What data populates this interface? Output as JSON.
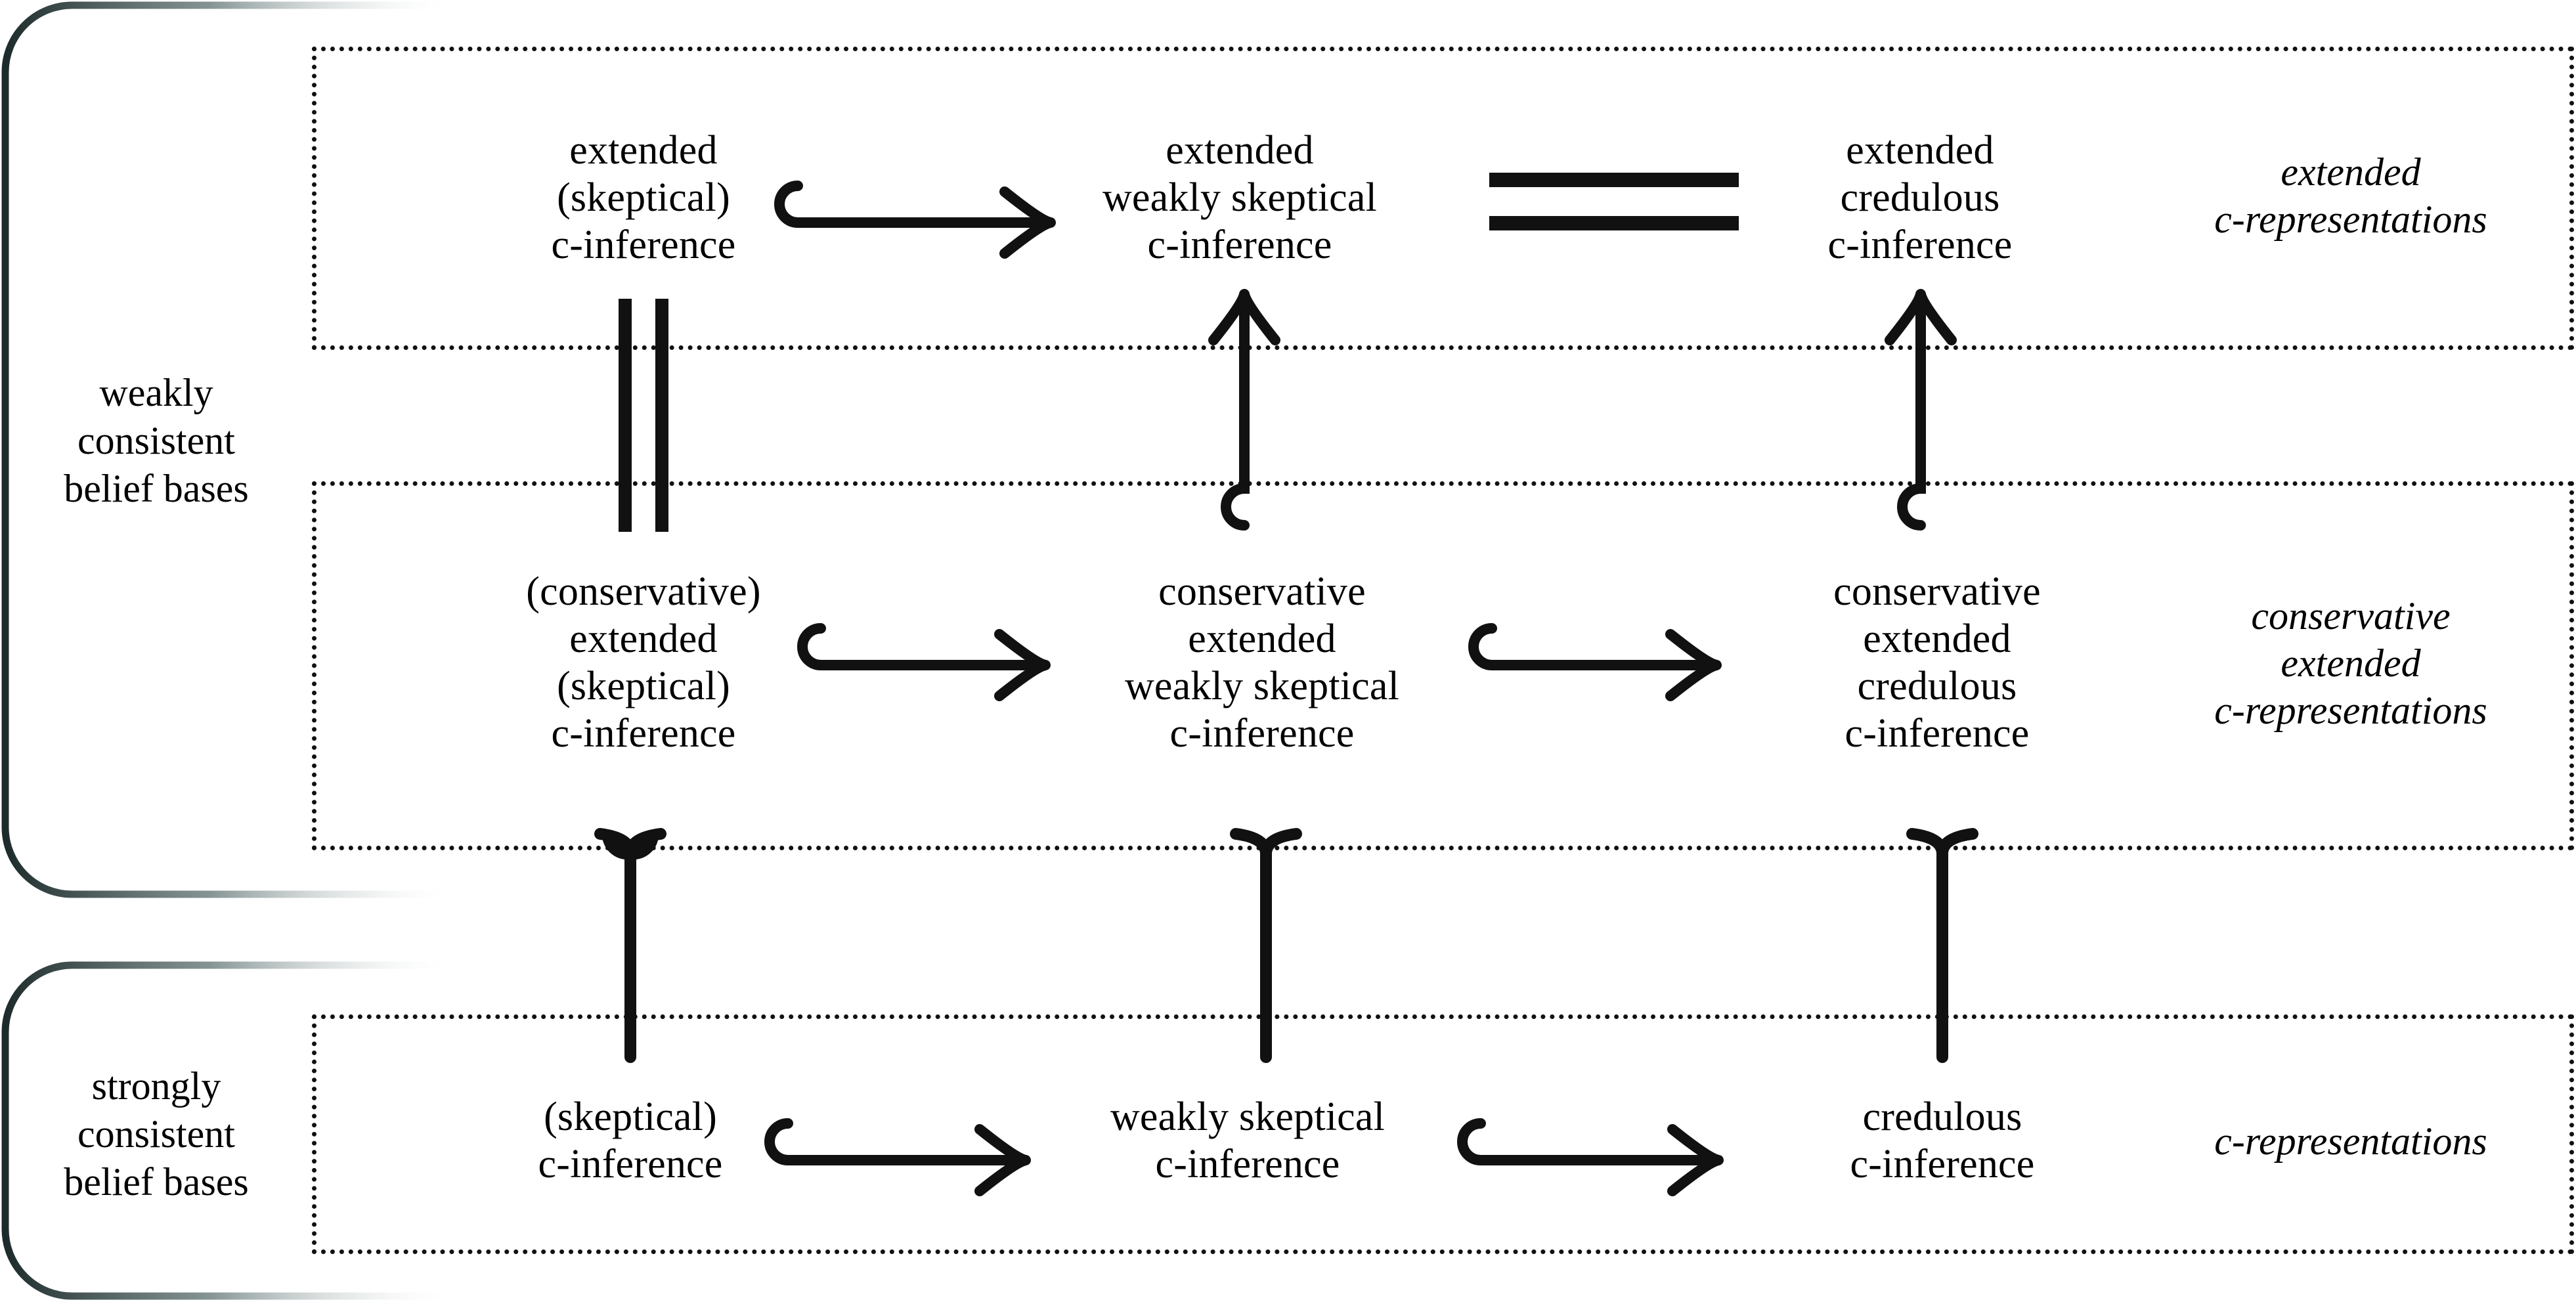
{
  "figure": {
    "type": "relationship-diagram",
    "description": "Map of c-inference variants across belief-base consistency classes"
  },
  "groups": {
    "rows": [
      {
        "id": "extended",
        "caption": "extended\nc-representations",
        "caption_lines": [
          "extended",
          "c-representations"
        ]
      },
      {
        "id": "conservative-extended",
        "caption_lines": [
          "conservative",
          "extended",
          "c-representations"
        ]
      },
      {
        "id": "base",
        "caption_lines": [
          "c-representations"
        ]
      }
    ]
  },
  "side_labels": [
    {
      "id": "weakly-consistent",
      "lines": [
        "weakly",
        "consistent",
        "belief bases"
      ]
    },
    {
      "id": "strongly-consistent",
      "lines": [
        "strongly",
        "consistent",
        "belief bases"
      ]
    }
  ],
  "nodes": {
    "r1c1": {
      "lines": [
        "extended",
        "(skeptical)",
        "c-inference"
      ]
    },
    "r1c2": {
      "lines": [
        "extended",
        "weakly skeptical",
        "c-inference"
      ]
    },
    "r1c3": {
      "lines": [
        "extended",
        "credulous",
        "c-inference"
      ]
    },
    "r2c1": {
      "lines": [
        "(conservative)",
        "extended",
        "(skeptical)",
        "c-inference"
      ]
    },
    "r2c2": {
      "lines": [
        "conservative",
        "extended",
        "weakly skeptical",
        "c-inference"
      ]
    },
    "r2c3": {
      "lines": [
        "conservative",
        "extended",
        "credulous",
        "c-inference"
      ]
    },
    "r3c1": {
      "lines": [
        "(skeptical)",
        "c-inference"
      ]
    },
    "r3c2": {
      "lines": [
        "weakly skeptical",
        "c-inference"
      ]
    },
    "r3c3": {
      "lines": [
        "credulous",
        "c-inference"
      ]
    }
  },
  "edges": [
    {
      "id": "e-r1c1-r1c2",
      "from": "r1c1",
      "to": "r1c2",
      "kind": "hook-arrow",
      "direction": "right"
    },
    {
      "id": "e-r1c2-r1c3",
      "from": "r1c2",
      "to": "r1c3",
      "kind": "double-line",
      "direction": "horizontal"
    },
    {
      "id": "e-r2c1-r2c2",
      "from": "r2c1",
      "to": "r2c2",
      "kind": "hook-arrow",
      "direction": "right"
    },
    {
      "id": "e-r2c2-r2c3",
      "from": "r2c2",
      "to": "r2c3",
      "kind": "hook-arrow",
      "direction": "right"
    },
    {
      "id": "e-r3c1-r3c2",
      "from": "r3c1",
      "to": "r3c2",
      "kind": "hook-arrow",
      "direction": "right"
    },
    {
      "id": "e-r3c2-r3c3",
      "from": "r3c2",
      "to": "r3c3",
      "kind": "hook-arrow",
      "direction": "right"
    },
    {
      "id": "e-r2c1-r1c1",
      "from": "r2c1",
      "to": "r1c1",
      "kind": "double-line",
      "direction": "vertical"
    },
    {
      "id": "e-r2c2-r1c2",
      "from": "r2c2",
      "to": "r1c2",
      "kind": "hook-arrow",
      "direction": "up"
    },
    {
      "id": "e-r2c3-r1c3",
      "from": "r2c3",
      "to": "r1c3",
      "kind": "hook-arrow",
      "direction": "up"
    },
    {
      "id": "e-r3c1-r2c1",
      "from": "r3c1",
      "to": "r2c1",
      "kind": "hook-arrow",
      "direction": "up"
    },
    {
      "id": "e-r3c2-r2c2",
      "from": "r3c2",
      "to": "r2c2",
      "kind": "hook-arrow",
      "direction": "up"
    },
    {
      "id": "e-r3c3-r2c3",
      "from": "r3c3",
      "to": "r2c3",
      "kind": "hook-arrow",
      "direction": "up"
    }
  ],
  "colors": {
    "ink": "#111111",
    "background": "#ffffff"
  }
}
